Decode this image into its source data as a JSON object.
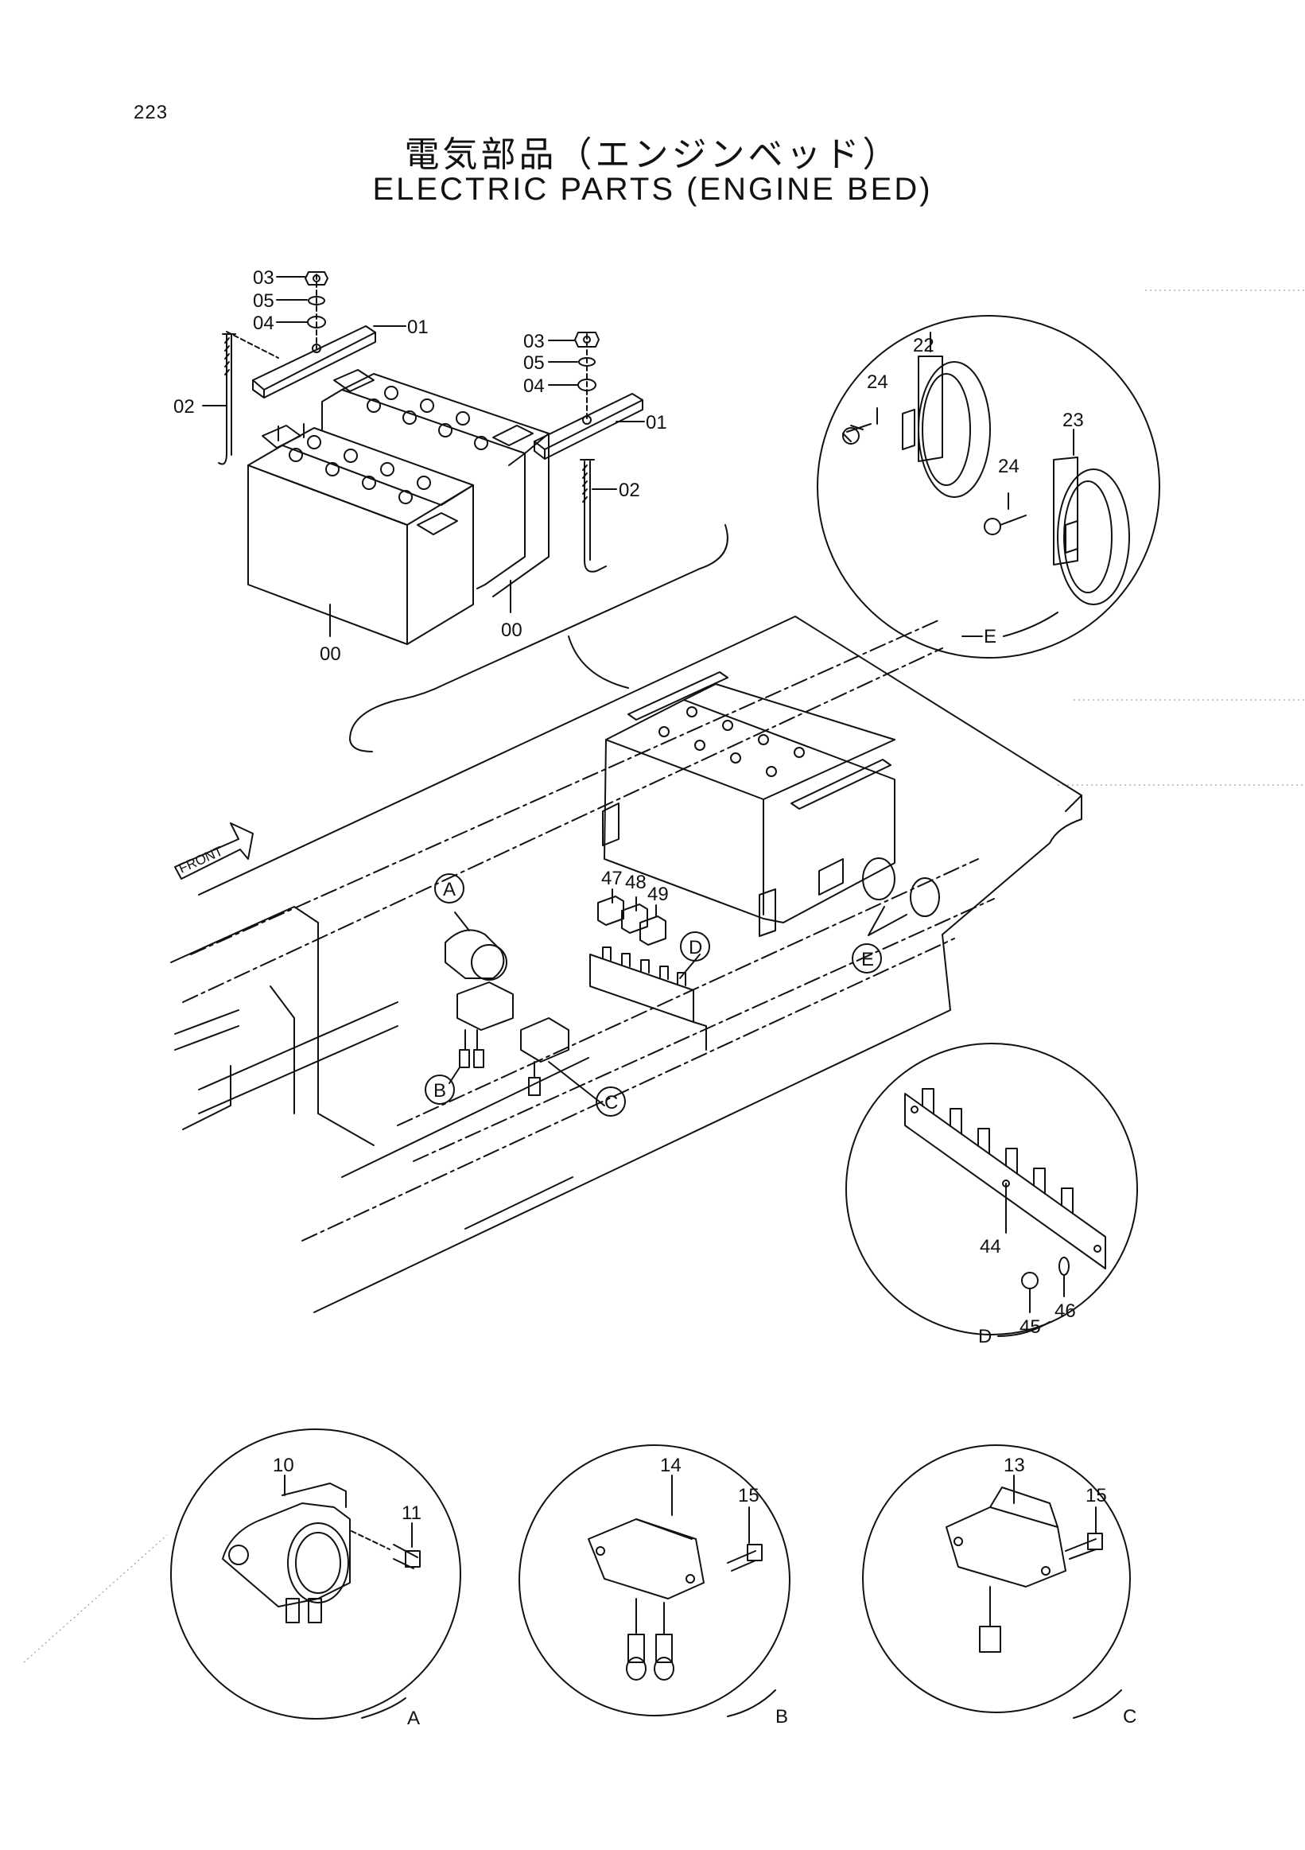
{
  "page_number": "223",
  "title_jp": "電気部品（エンジンベッド）",
  "title_en": "ELECTRIC PARTS (ENGINE BED)",
  "front_label": "FRONT",
  "battery_part_labels": {
    "left_nut": "03",
    "left_lockwasher": "05",
    "left_washer": "04",
    "left_bracket": "01",
    "left_rod": "02",
    "right_nut": "03",
    "right_lockwasher": "05",
    "right_washer": "04",
    "right_bracket": "01",
    "right_rod": "02",
    "battery_front": "00",
    "battery_rear": "00"
  },
  "horn_detail": {
    "circle": "E",
    "horn_left": "22",
    "horn_right": "23",
    "bolt_left": "24",
    "bolt_right": "24"
  },
  "relay_labels": {
    "relay1": "47",
    "relay2": "48",
    "relay3": "49"
  },
  "callouts_main": {
    "a": "A",
    "b": "B",
    "c": "C",
    "d": "D",
    "e": "E"
  },
  "fuse_bracket_detail": {
    "circle": "D",
    "bracket": "44",
    "bolt": "45",
    "washer": "46"
  },
  "detail_a": {
    "circle": "A",
    "part": "10",
    "bolt": "11"
  },
  "detail_b": {
    "circle": "B",
    "part": "14",
    "bolt": "15"
  },
  "detail_c": {
    "circle": "C",
    "part": "13",
    "bolt": "15"
  }
}
